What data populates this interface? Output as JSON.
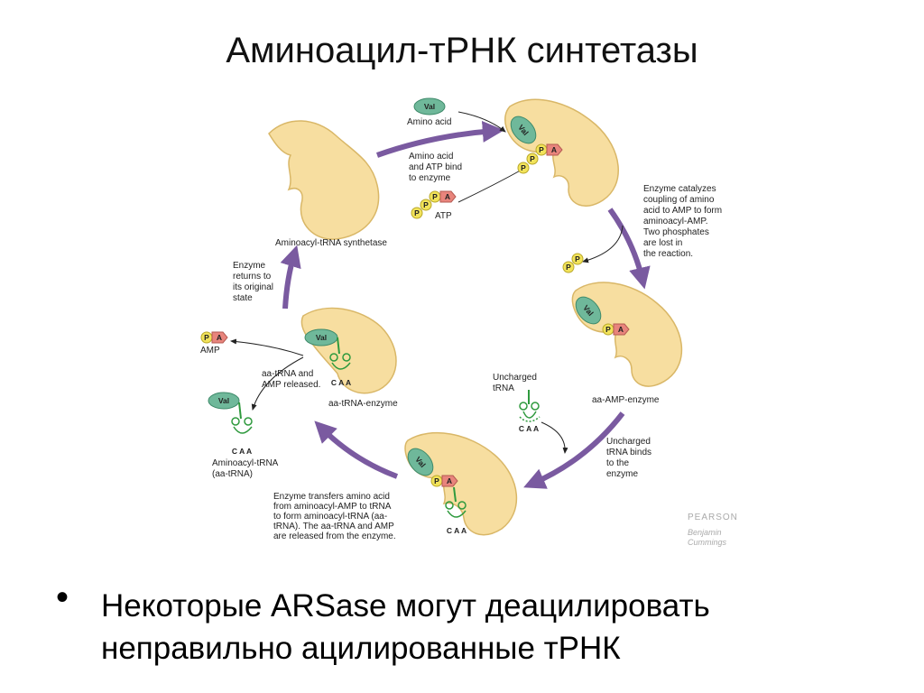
{
  "title": "Аминоацил-тРНК синтетазы",
  "bullet": {
    "symbol": "•",
    "line1": "Некоторые ARSase могут деацилировать",
    "line2": "неправильно ацилированные тРНК"
  },
  "diagram": {
    "colors": {
      "enzyme": "#f7dea0",
      "enzyme_stroke": "#d9b767",
      "amino_acid": "#6fb89a",
      "phosphate": "#f2e35a",
      "amp": "#e8847c",
      "trna": "#2f9a3e",
      "cycle_arrow": "#7a5aa0"
    },
    "molecules": {
      "amino_acid_tag": "Val",
      "phosphate_tag": "P",
      "amp_tag": "A",
      "anticodon": "C A A"
    },
    "labels": {
      "amino_acid": "Amino acid",
      "amino_acid_atp_bind": [
        "Amino acid",
        "and ATP bind",
        "to enzyme"
      ],
      "atp": "ATP",
      "synthetase": "Aminoacyl-tRNA synthetase",
      "enzyme_catalyzes": [
        "Enzyme catalyzes",
        "coupling of amino",
        "acid to AMP to form",
        "aminoacyl-AMP.",
        "Two phosphates",
        "are lost in",
        "the reaction."
      ],
      "aa_amp_enzyme": "aa-AMP-enzyme",
      "uncharged_trna": [
        "Uncharged",
        "tRNA"
      ],
      "uncharged_binds": [
        "Uncharged",
        "tRNA binds",
        "to the",
        "enzyme"
      ],
      "enzyme_transfers": [
        "Enzyme transfers amino acid",
        "from aminoacyl-AMP to tRNA",
        "to form aminoacyl-tRNA (aa-",
        "tRNA). The aa-tRNA and AMP",
        "are released from the enzyme."
      ],
      "enzyme_returns": [
        "Enzyme",
        "returns to",
        "its original",
        "state"
      ],
      "aa_trna_enzyme": "aa-tRNA-enzyme",
      "amp": "AMP",
      "aa_trna_released": [
        "aa-tRNA and",
        "AMP released."
      ],
      "aminoacyl_trna": [
        "Aminoacyl-tRNA",
        "(aa-tRNA)"
      ]
    },
    "publisher": {
      "name": "PEARSON",
      "imprint": [
        "Benjamin",
        "Cummings"
      ]
    }
  }
}
